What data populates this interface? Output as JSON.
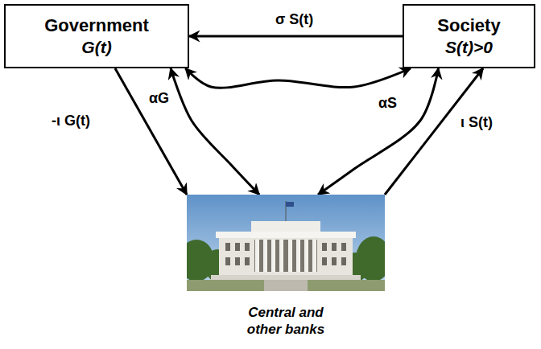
{
  "diagram": {
    "nodes": [
      {
        "text": [
          "Government",
          "G(t)"
        ]
      },
      {
        "text": [
          "Society",
          "S(t)>0"
        ]
      },
      {
        "text": [
          "Central and other banks"
        ]
      }
    ],
    "edges": [
      {
        "from": 1,
        "to": 0,
        "label": "σ S(t)",
        "arrow": "to"
      },
      {
        "from": 0,
        "to": 2,
        "label": "-ι G(t)",
        "arrow": "to"
      },
      {
        "from": 2,
        "to": 1,
        "label": "ι S(t)",
        "arrow": "to"
      },
      {
        "from": 0,
        "to": 2,
        "label": "αG",
        "arrow": "both"
      },
      {
        "from": 1,
        "to": 2,
        "label": "αS",
        "arrow": "both"
      },
      {
        "from": 0,
        "to": 1,
        "arrow": "both"
      }
    ]
  }
}
